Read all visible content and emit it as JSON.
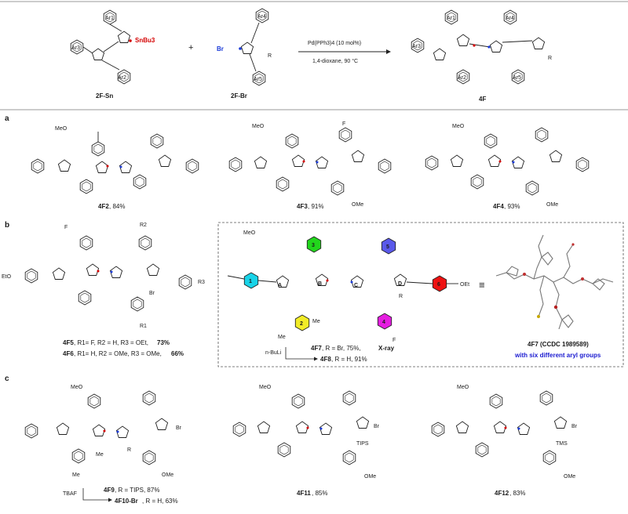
{
  "scheme": {
    "reactant1": {
      "label": "2F-Sn",
      "stannyl": "SnBu3",
      "aryls": [
        "Ar1",
        "Ar2",
        "Ar3"
      ]
    },
    "reactant2": {
      "label": "2F-Br",
      "halide": "Br",
      "substituent": "R",
      "aryls": [
        "Ar4",
        "Ar5"
      ]
    },
    "plus": "+",
    "conditions": {
      "catalyst": "Pd(PPh3)4 (10 mol%)",
      "solvent_temp": "1,4-dioxane, 90 °C"
    },
    "product": {
      "label": "4F",
      "substituent": "R",
      "aryls": [
        "Ar1",
        "Ar2",
        "Ar3",
        "Ar4",
        "Ar5"
      ]
    }
  },
  "panel_a": {
    "tag": "a",
    "compounds": [
      {
        "id": "4F2",
        "yield": ", 84%",
        "subs": [
          "MeO"
        ]
      },
      {
        "id": "4F3",
        "yield": ", 91%",
        "subs": [
          "MeO",
          "F",
          "OMe"
        ]
      },
      {
        "id": "4F4",
        "yield": ", 93%",
        "subs": [
          "MeO",
          "OMe"
        ]
      }
    ]
  },
  "panel_b": {
    "tag": "b",
    "left": {
      "subs": [
        "EtO",
        "F",
        "R2",
        "Br",
        "R3",
        "R1"
      ],
      "lines": [
        {
          "id": "4F5",
          "text": ",  R1= F, R2 = H, R3 = OEt, ",
          "yield": "73%"
        },
        {
          "id": "4F6",
          "text": ",  R1= H, R2 = OMe, R3 = OMe, ",
          "yield": "66%"
        }
      ]
    },
    "center": {
      "substituents": [
        "MeO",
        "Me",
        "Me",
        "R",
        "F",
        "OEt"
      ],
      "ring_letters": [
        "A",
        "B",
        "C",
        "D"
      ],
      "aryl_numbers": [
        "1",
        "2",
        "3",
        "4",
        "5",
        "6"
      ],
      "aryl_colors": [
        "#19d3e8",
        "#f2ec27",
        "#22d61c",
        "#e51ee0",
        "#5a59ea",
        "#ee1212"
      ],
      "reagent": "n-BuLi",
      "lines": [
        {
          "id": "4F7",
          "text": ", R = Br, 75%, ",
          "extra": "X-ray"
        },
        {
          "id": "4F8",
          "text": ", R = H, 91%",
          "extra": ""
        }
      ]
    },
    "equiv": "≡",
    "crystal": {
      "caption": "4F7 (CCDC 1989589)",
      "subcaption": "with six different aryl groups",
      "subcaption_color": "#1a1ad0"
    }
  },
  "panel_c": {
    "tag": "c",
    "compounds": [
      {
        "subs": [
          "MeO",
          "Me",
          "Me",
          "R",
          "Br",
          "OMe"
        ],
        "reagent": "TBAF",
        "lines": [
          {
            "id": "4F9",
            "text": ", R = TIPS, 87%"
          },
          {
            "id": "4F10-Br",
            "text": ", R = H, 63%"
          }
        ]
      },
      {
        "id": "4F11",
        "yield": ", 85%",
        "subs": [
          "MeO",
          "Br",
          "TIPS",
          "OMe"
        ]
      },
      {
        "id": "4F12",
        "yield": ", 83%",
        "subs": [
          "MeO",
          "Br",
          "TMS",
          "OMe"
        ]
      }
    ]
  }
}
